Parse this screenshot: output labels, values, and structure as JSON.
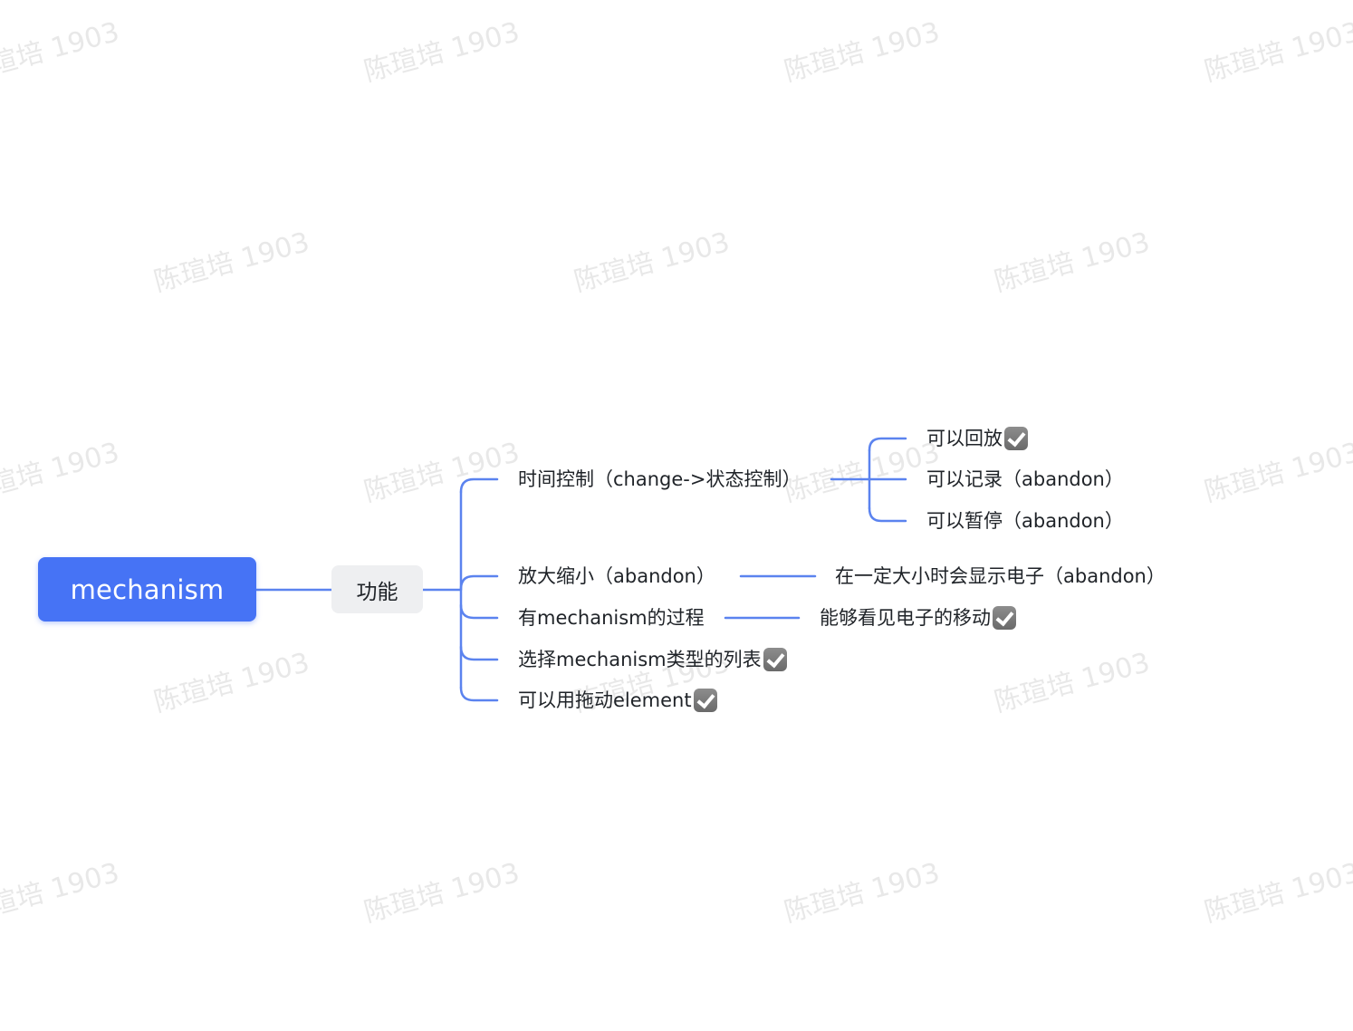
{
  "watermark": {
    "text": "陈瑄培 1903"
  },
  "mindmap": {
    "root": {
      "label": "mechanism"
    },
    "branch": {
      "label": "功能"
    },
    "topics": [
      {
        "label": "时间控制（change->状态控制）",
        "done": false,
        "children": [
          {
            "label": "可以回放",
            "done": true
          },
          {
            "label": "可以记录（abandon）",
            "done": false
          },
          {
            "label": "可以暂停（abandon）",
            "done": false
          }
        ]
      },
      {
        "label": "放大缩小（abandon）",
        "done": false,
        "children": [
          {
            "label": "在一定大小时会显示电子（abandon）",
            "done": false
          }
        ]
      },
      {
        "label": "有mechanism的过程",
        "done": false,
        "children": [
          {
            "label": "能够看见电子的移动",
            "done": true
          }
        ]
      },
      {
        "label": "选择mechanism类型的列表",
        "done": true,
        "children": []
      },
      {
        "label": "可以用拖动element",
        "done": true,
        "children": []
      }
    ]
  },
  "icons": {
    "done_marker": "checkbox-checked-icon"
  },
  "colors": {
    "root_fill": "#4673f5",
    "connector": "#5b83ef",
    "branch_fill": "#eeeff1",
    "watermark": "#969696"
  }
}
